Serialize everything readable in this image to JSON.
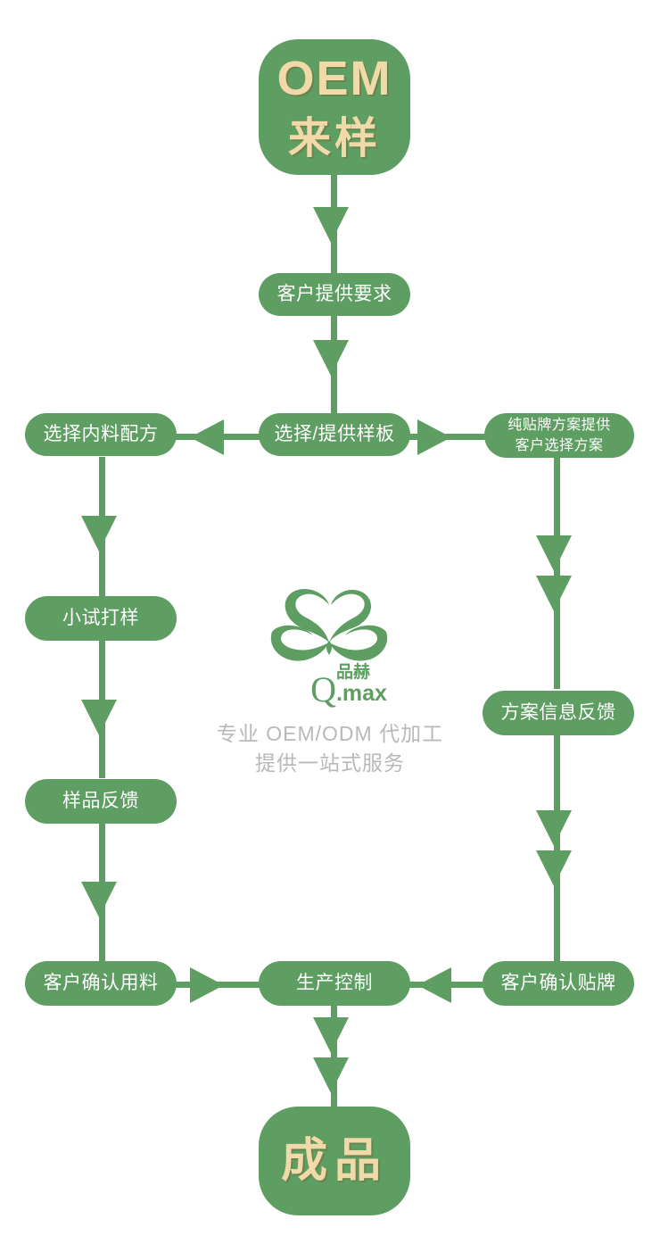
{
  "diagram": {
    "title": "OEM 来样 生产流程图",
    "colors": {
      "node_green": "#5e9e62",
      "node_text": "#ffffff",
      "terminal_text": "#f2d9aa",
      "connector": "#5e9e62",
      "tagline_grey": "#b9b9b9",
      "background": "#ffffff"
    },
    "nodes": {
      "start": {
        "line1": "OEM",
        "line2": "来样"
      },
      "requirements": {
        "label": "客户提供要求"
      },
      "select_formula": {
        "label": "选择内料配方"
      },
      "select_sample": {
        "label": "选择/提供样板"
      },
      "oem_plan": {
        "line1": "纯贴牌方案提供",
        "line2": "客户选择方案"
      },
      "trial_sample": {
        "label": "小试打样"
      },
      "sample_feedback": {
        "label": "样品反馈"
      },
      "plan_feedback": {
        "label": "方案信息反馈"
      },
      "confirm_material": {
        "label": "客户确认用料"
      },
      "production_control": {
        "label": "生产控制"
      },
      "confirm_label": {
        "label": "客户确认贴牌"
      },
      "finished": {
        "line1": "成品"
      }
    },
    "brand": {
      "logo_q": "Q",
      "logo_dot_max": ".max",
      "logo_cn": "品赫",
      "tagline_line1": "专业 OEM/ODM 代加工",
      "tagline_line2": "提供一站式服务"
    },
    "flow_edges": [
      {
        "from": "start",
        "to": "requirements",
        "direction": "down"
      },
      {
        "from": "requirements",
        "to": "select_sample",
        "direction": "down"
      },
      {
        "from": "select_sample",
        "to": "select_formula",
        "direction": "left"
      },
      {
        "from": "select_sample",
        "to": "oem_plan",
        "direction": "right"
      },
      {
        "from": "select_formula",
        "to": "trial_sample",
        "direction": "down"
      },
      {
        "from": "trial_sample",
        "to": "sample_feedback",
        "direction": "down"
      },
      {
        "from": "sample_feedback",
        "to": "confirm_material",
        "direction": "down"
      },
      {
        "from": "oem_plan",
        "to": "plan_feedback",
        "direction": "down"
      },
      {
        "from": "plan_feedback",
        "to": "confirm_label",
        "direction": "down"
      },
      {
        "from": "confirm_material",
        "to": "production_control",
        "direction": "right"
      },
      {
        "from": "confirm_label",
        "to": "production_control",
        "direction": "left"
      },
      {
        "from": "production_control",
        "to": "finished",
        "direction": "down"
      }
    ]
  }
}
